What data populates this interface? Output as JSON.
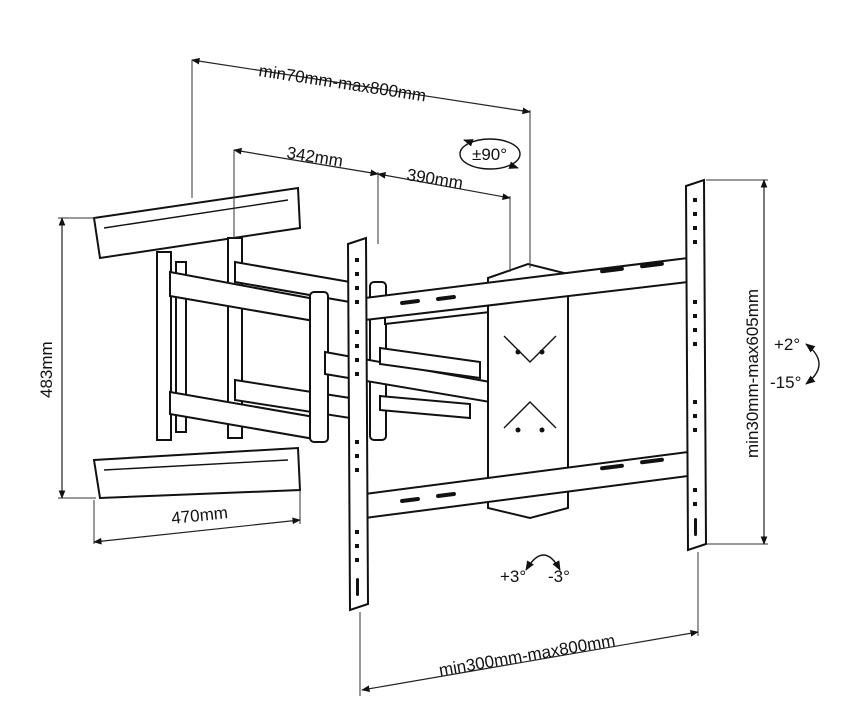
{
  "dimensions": {
    "width_range": "min70mm-max800mm",
    "arm_segment_1": "342mm",
    "arm_segment_2": "390mm",
    "swivel": "±90°",
    "wall_plate_height": "483mm",
    "wall_plate_width": "470mm",
    "vesa_vertical": "min30mm-max605mm",
    "vesa_horizontal": "min300mm-max800mm"
  },
  "tilt": {
    "up": "+2°",
    "down": "-15°"
  },
  "rotation": {
    "positive": "+3°",
    "negative": "-3°"
  }
}
